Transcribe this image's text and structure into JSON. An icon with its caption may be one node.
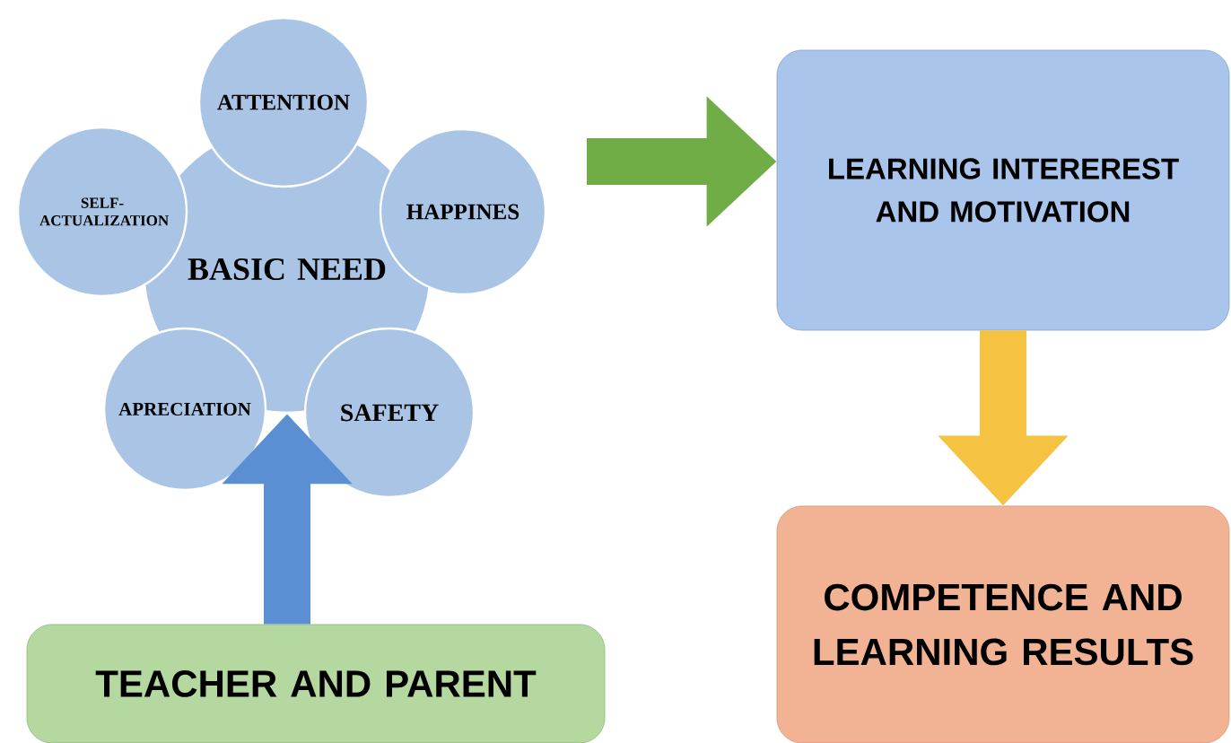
{
  "diagram": {
    "nodes": [
      {
        "text": [
          "BASIC NEED"
        ]
      },
      {
        "text": [
          "ATTENTION"
        ]
      },
      {
        "text": [
          "SELF- ACTUALIZATION"
        ]
      },
      {
        "text": [
          "HAPPINES"
        ]
      },
      {
        "text": [
          "APRECIATION"
        ]
      },
      {
        "text": [
          "SAFETY"
        ]
      },
      {
        "text": [
          "LEARNING INTEREREST AND MOTIVATION"
        ]
      },
      {
        "text": [
          "COMPETENCE AND LEARNING RESULTS"
        ]
      },
      {
        "text": [
          "TEACHER AND PARENT"
        ]
      }
    ],
    "edges": [
      {
        "from": 8,
        "to": 0,
        "arrow": "to",
        "color": "#5b8fd4"
      },
      {
        "from": null,
        "to": 6,
        "arrow": "to",
        "color": "#70ad47"
      },
      {
        "from": 6,
        "to": 7,
        "arrow": "to",
        "color": "#f5c242"
      }
    ]
  }
}
